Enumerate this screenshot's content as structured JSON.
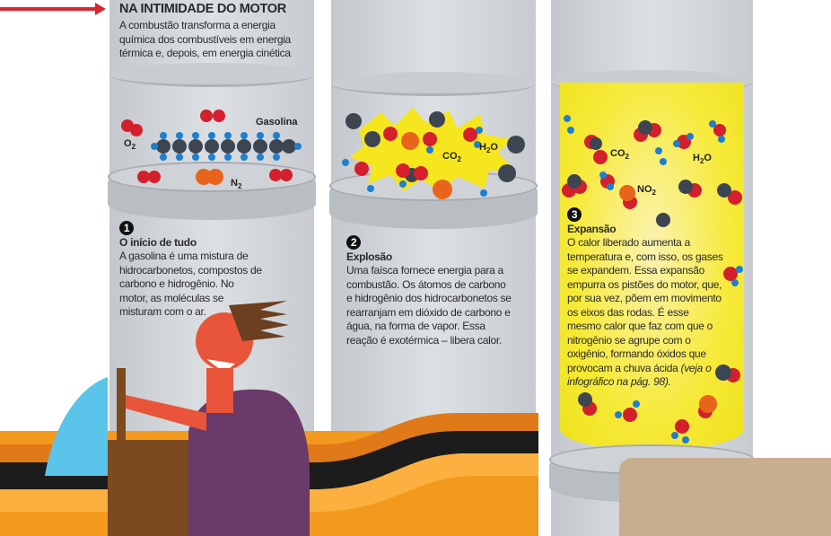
{
  "header": {
    "title": "NA INTIMIDADE DO MOTOR",
    "subtitle": "A combustão transforma a energia química dos combustíveis em energia térmica e, depois, em energia cinética"
  },
  "steps": [
    {
      "number": "1",
      "title": "O início de tudo",
      "text": "A gasolina é uma mistura de hidrocarbonetos, compostos de carbono e hidrogênio. No motor, as moléculas se misturam com o ar."
    },
    {
      "number": "2",
      "title": "Explosão",
      "text": "Uma faísca fornece energia para a combustão. Os átomos de carbono e hidrogênio dos hidrocarbonetos se rearranjam em dióxido de carbono e água, na forma de vapor. Essa reação é exotérmica – libera calor."
    },
    {
      "number": "3",
      "title": "Expansão",
      "text": "O calor liberado aumenta a temperatura e, com isso, os gases se expandem. Essa expansão empurra os pistões do motor, que, por sua vez, põem em movimento os eixos das rodas. É esse mesmo calor que faz com que o nitrogênio se agrupe com o oxigênio, formando óxidos que provocam a chuva ácida",
      "reference": "(veja o infográfico na pág. 98)."
    }
  ],
  "labels": {
    "gasolina": "Gasolina",
    "o2": "O",
    "o2_sub": "2",
    "n2": "N",
    "n2_sub": "2",
    "co2": "CO",
    "co2_sub": "2",
    "h2o_a": "H",
    "h2o_sub": "2",
    "h2o_b": "O",
    "no2": "NO",
    "no2_sub": "2"
  },
  "colors": {
    "arrow": "#d8262e",
    "oxygen": "#d3202c",
    "carbon": "#3d4650",
    "hydrogen": "#1e7fcf",
    "nitrogen": "#e8641c",
    "explosion": "#f6e61e",
    "road": "#f39a1e"
  }
}
